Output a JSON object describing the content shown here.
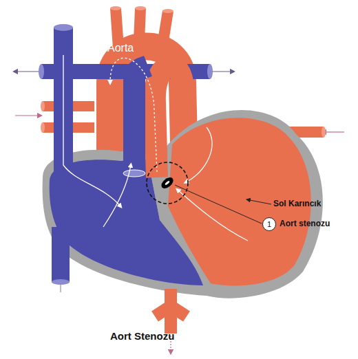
{
  "diagram": {
    "caption": "Aort Stenozu",
    "nodes": [
      {
        "text": [
          "1"
        ]
      }
    ],
    "labels": [
      "Aorta",
      "Sol Karıncık",
      "Aort stenozu"
    ]
  }
}
